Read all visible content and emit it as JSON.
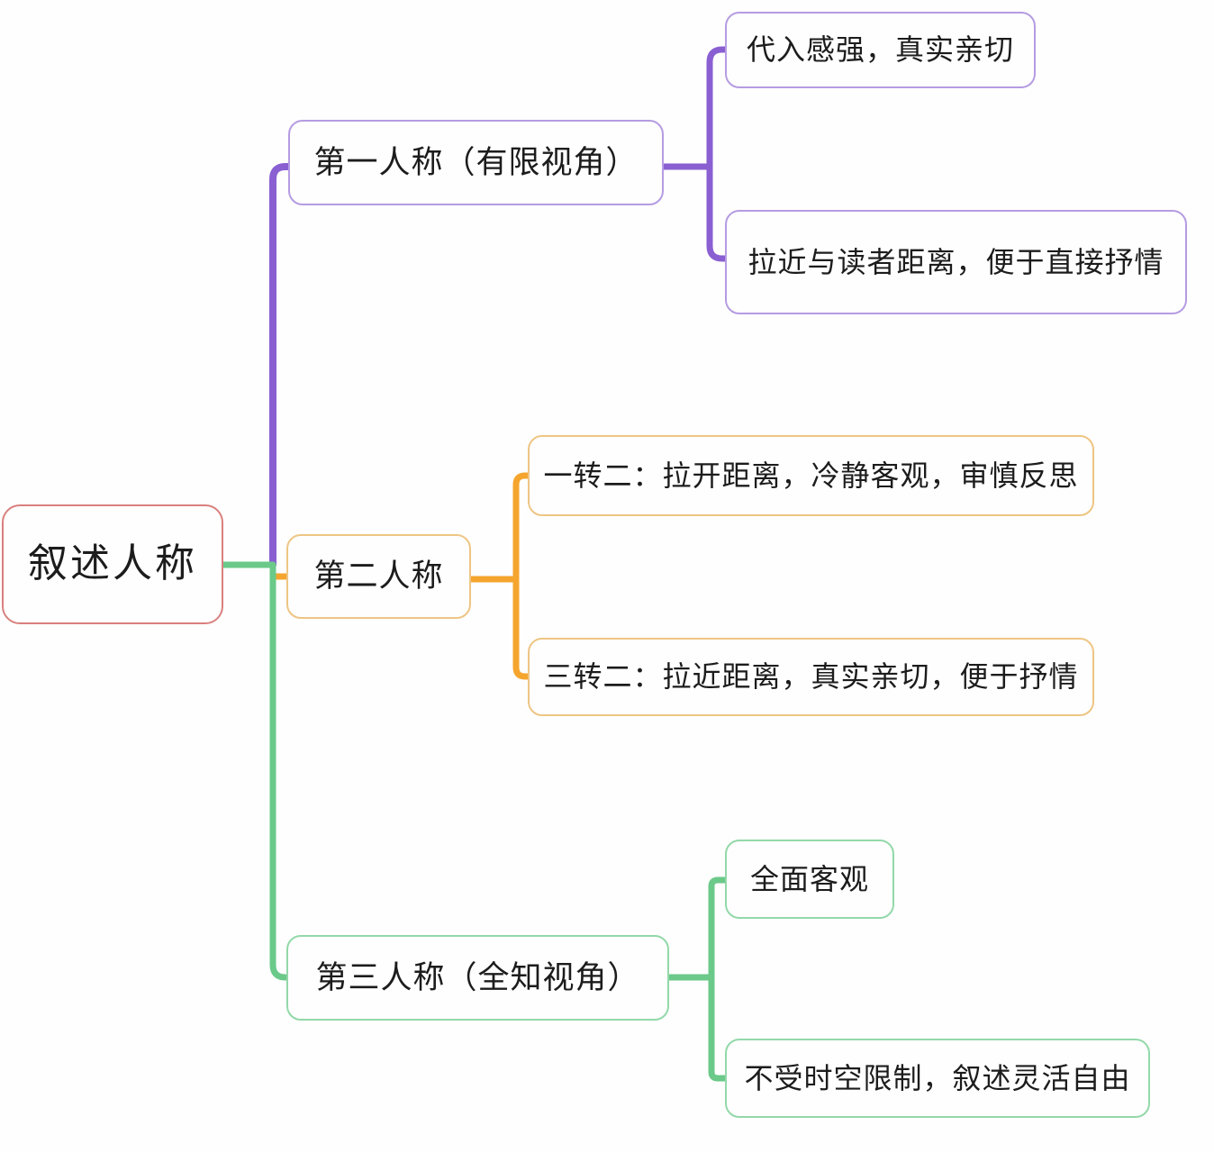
{
  "colors": {
    "background": "#fefefe",
    "text": "#1c1c1c",
    "root_border": "#d9807e",
    "purple": "#8a5fd2",
    "purple_light": "#b59ce2",
    "orange": "#f5a52e",
    "orange_light": "#eec584",
    "green": "#6bc989",
    "green_light": "#93d8a9"
  },
  "mindmap": {
    "root": {
      "label": "叙述人称"
    },
    "branches": [
      {
        "label": "第一人称（有限视角）",
        "color": "#8a5fd2",
        "children": [
          {
            "label": "代入感强，真实亲切"
          },
          {
            "label": "拉近与读者距离，便于直接抒情"
          }
        ]
      },
      {
        "label": "第二人称",
        "color": "#f5a52e",
        "children": [
          {
            "label": "一转二：拉开距离，冷静客观，审慎反思"
          },
          {
            "label": "三转二：拉近距离，真实亲切，便于抒情"
          }
        ]
      },
      {
        "label": "第三人称（全知视角）",
        "color": "#6bc989",
        "children": [
          {
            "label": "全面客观"
          },
          {
            "label": "不受时空限制，叙述灵活自由"
          }
        ]
      }
    ]
  }
}
